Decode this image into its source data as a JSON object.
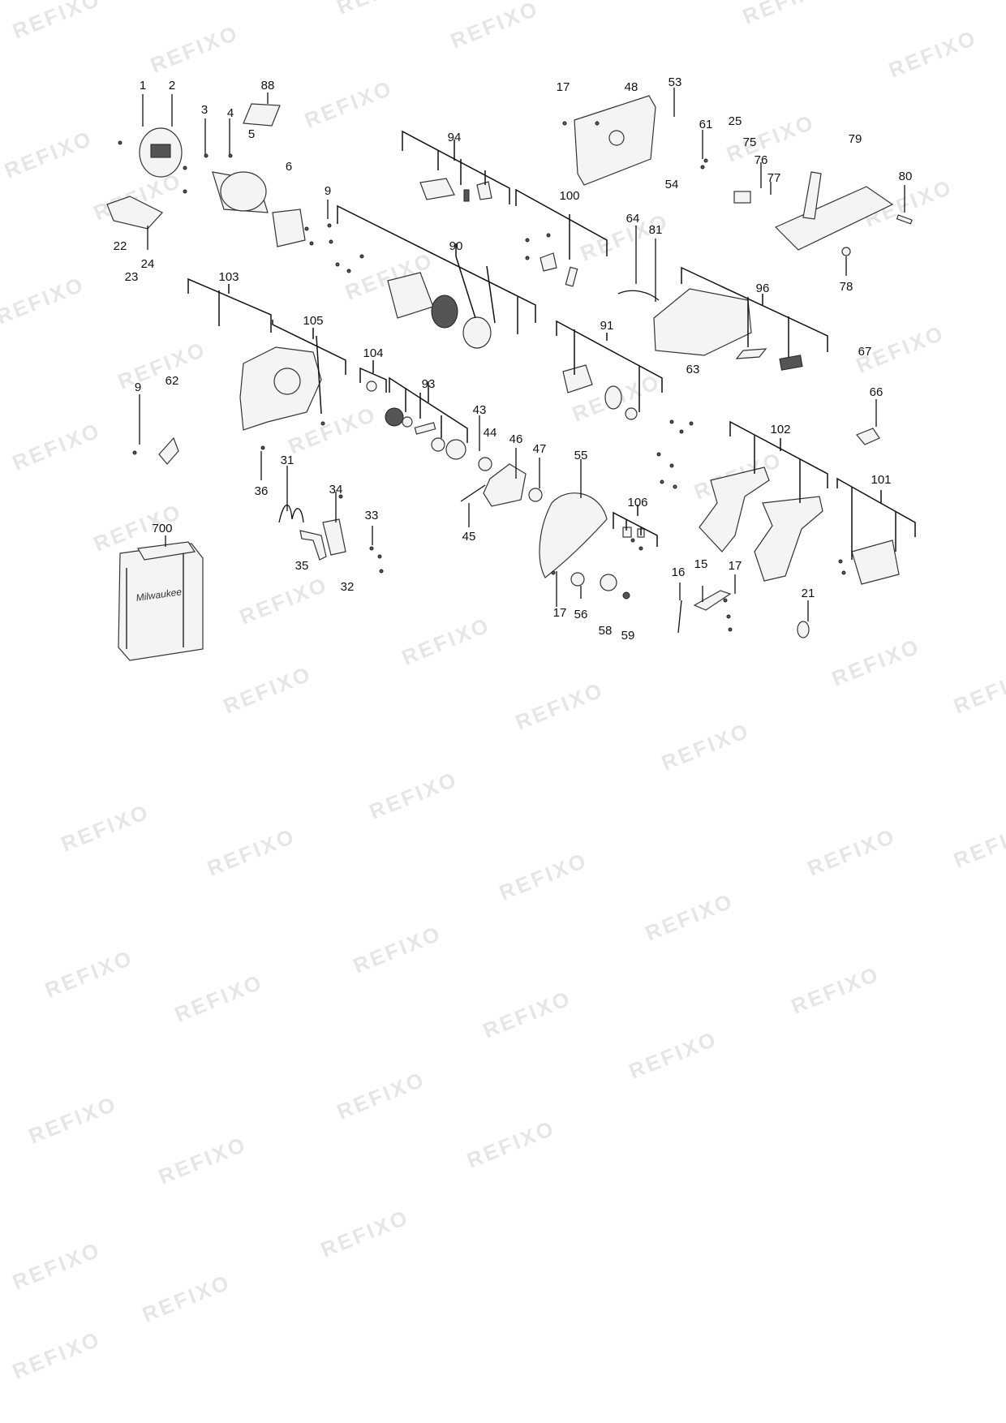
{
  "watermark": "REFIXO",
  "labels": [
    "1",
    "2",
    "3",
    "4",
    "5",
    "6",
    "9",
    "9",
    "15",
    "16",
    "17",
    "17",
    "17",
    "21",
    "22",
    "23",
    "24",
    "25",
    "31",
    "32",
    "33",
    "34",
    "35",
    "36",
    "43",
    "44",
    "45",
    "46",
    "47",
    "48",
    "53",
    "54",
    "55",
    "56",
    "58",
    "59",
    "61",
    "62",
    "63",
    "64",
    "66",
    "67",
    "75",
    "76",
    "77",
    "78",
    "79",
    "80",
    "81",
    "88",
    "90",
    "91",
    "93",
    "94",
    "96",
    "100",
    "101",
    "102",
    "103",
    "104",
    "105",
    "106",
    "700"
  ],
  "case_brand": "Milwaukee",
  "colors": {
    "ink": "#111111",
    "watermark": "#e6e6e6"
  }
}
